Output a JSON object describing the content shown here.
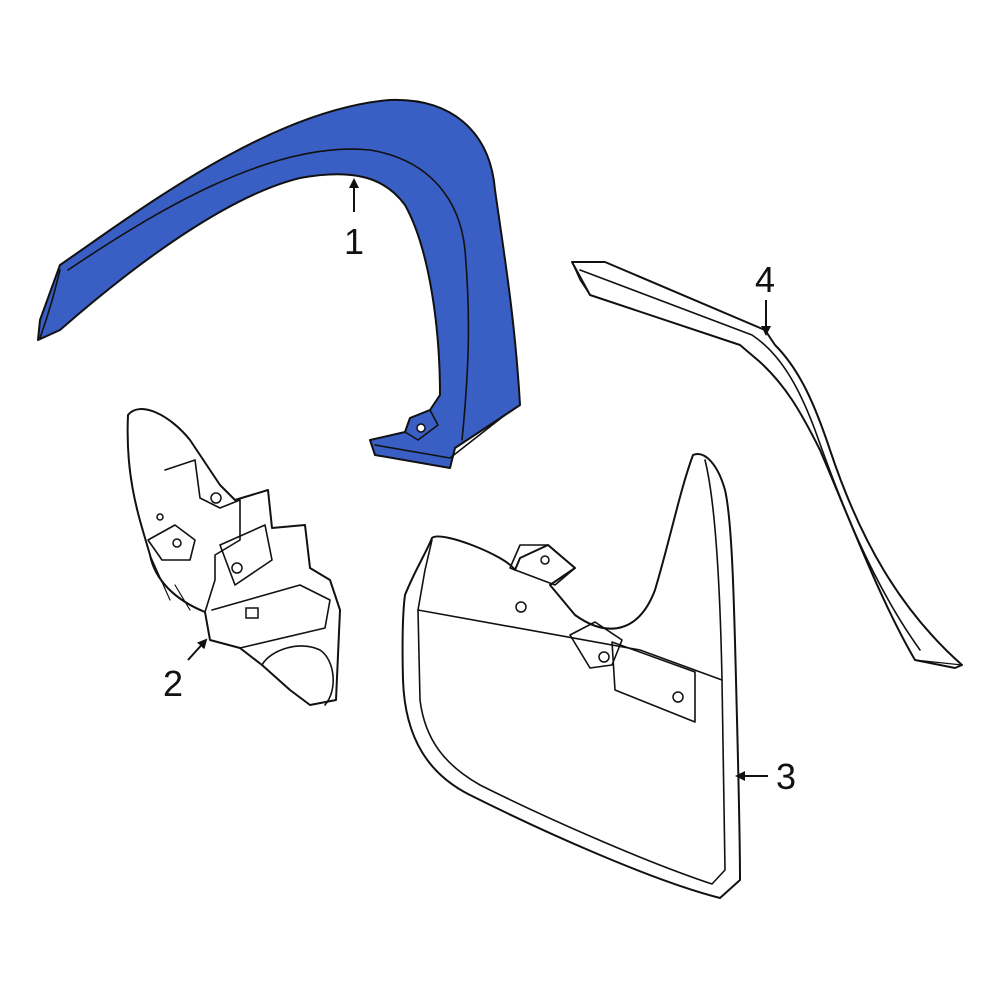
{
  "colors": {
    "highlight": "#3a5fc4",
    "outline": "#111111",
    "background": "#ffffff"
  },
  "callouts": [
    {
      "id": "1",
      "label": "1"
    },
    {
      "id": "2",
      "label": "2"
    },
    {
      "id": "3",
      "label": "3"
    },
    {
      "id": "4",
      "label": "4"
    }
  ]
}
